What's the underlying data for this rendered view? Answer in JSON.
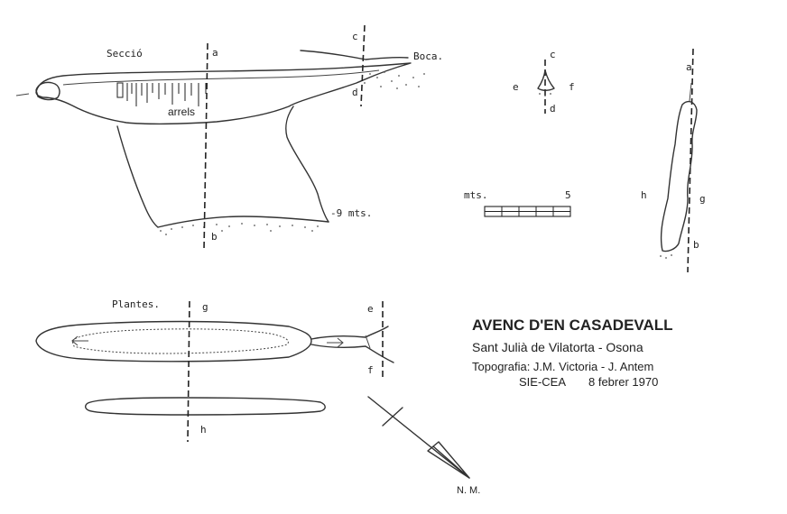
{
  "title": {
    "main": "AVENC D'EN CASADEVALL",
    "location": "Sant Julià de Vilatorta - Osona",
    "survey": "Topografia: J.M. Victoria - J. Antem",
    "club": "SIE-CEA",
    "date": "8 febrer 1970"
  },
  "section": {
    "label": "Secció",
    "entrance_label": "Boca.",
    "roots_label": "arrels",
    "depth_label": "-9 mts.",
    "cut_labels": {
      "a": "a",
      "b": "b",
      "c": "c",
      "d": "d"
    }
  },
  "cross_section": {
    "labels": {
      "c": "c",
      "d": "d",
      "e": "e",
      "f": "f"
    }
  },
  "elevation_gh": {
    "labels": {
      "a": "a",
      "b": "b",
      "g": "g",
      "h": "h"
    }
  },
  "scale": {
    "unit_label": "mts.",
    "max_label": "5",
    "segments": 5
  },
  "plan": {
    "label": "Plantes.",
    "cut_labels": {
      "g": "g",
      "h": "h",
      "e": "e",
      "f": "f"
    }
  },
  "north": {
    "label": "N. M."
  }
}
